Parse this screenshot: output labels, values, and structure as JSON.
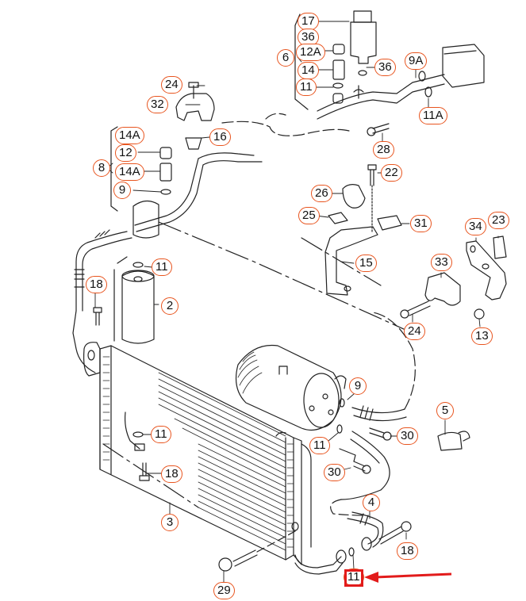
{
  "diagram": {
    "subject": "A/C refrigerant system parts exploded view",
    "callout_color": "#e8541e",
    "highlight_color": "#e21b1b",
    "callouts": [
      {
        "id": "c17",
        "label": "17"
      },
      {
        "id": "c36a",
        "label": "36"
      },
      {
        "id": "c12A",
        "label": "12A"
      },
      {
        "id": "c6",
        "label": "6"
      },
      {
        "id": "c14",
        "label": "14"
      },
      {
        "id": "c36b",
        "label": "36"
      },
      {
        "id": "c11a",
        "label": "11"
      },
      {
        "id": "c9A",
        "label": "9A"
      },
      {
        "id": "c11A",
        "label": "11A"
      },
      {
        "id": "c28",
        "label": "28"
      },
      {
        "id": "c24a",
        "label": "24"
      },
      {
        "id": "c32",
        "label": "32"
      },
      {
        "id": "c16",
        "label": "16"
      },
      {
        "id": "c14Aa",
        "label": "14A"
      },
      {
        "id": "c12",
        "label": "12"
      },
      {
        "id": "c8",
        "label": "8"
      },
      {
        "id": "c14Ab",
        "label": "14A"
      },
      {
        "id": "c9a",
        "label": "9"
      },
      {
        "id": "c22",
        "label": "22"
      },
      {
        "id": "c26",
        "label": "26"
      },
      {
        "id": "c25",
        "label": "25"
      },
      {
        "id": "c31",
        "label": "31"
      },
      {
        "id": "c15",
        "label": "15"
      },
      {
        "id": "c34",
        "label": "34"
      },
      {
        "id": "c23",
        "label": "23"
      },
      {
        "id": "c33",
        "label": "33"
      },
      {
        "id": "c24b",
        "label": "24"
      },
      {
        "id": "c13",
        "label": "13"
      },
      {
        "id": "c11b",
        "label": "11"
      },
      {
        "id": "c2",
        "label": "2"
      },
      {
        "id": "c18a",
        "label": "18"
      },
      {
        "id": "c9b",
        "label": "9"
      },
      {
        "id": "c5",
        "label": "5"
      },
      {
        "id": "c11c",
        "label": "11"
      },
      {
        "id": "c30a",
        "label": "30"
      },
      {
        "id": "c30b",
        "label": "30"
      },
      {
        "id": "c11d",
        "label": "11"
      },
      {
        "id": "c18b",
        "label": "18"
      },
      {
        "id": "c3",
        "label": "3"
      },
      {
        "id": "c4",
        "label": "4"
      },
      {
        "id": "c18c",
        "label": "18"
      },
      {
        "id": "c29",
        "label": "29"
      },
      {
        "id": "c11e",
        "label": "11"
      }
    ],
    "highlighted_part": "11"
  }
}
